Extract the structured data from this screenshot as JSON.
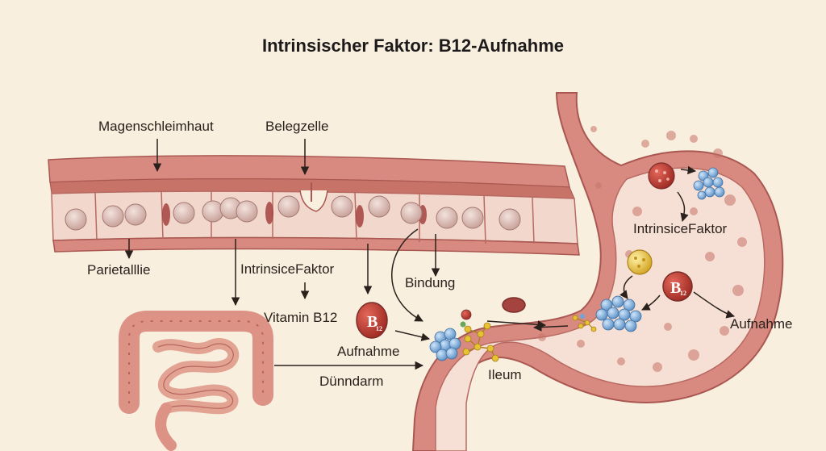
{
  "title": "Intrinsischer Faktor: B12-Aufnahme",
  "labels": {
    "gastric_mucosa": "Magenschleimhaut",
    "parietal_cell_top": "Belegzelle",
    "parietal_cell_bottom": "Parietalllie",
    "intrinsic_factor_center": "IntrinsiceFaktor",
    "vitamin_b12": "Vitamin B12",
    "uptake_center": "Aufnahme",
    "small_intestine": "Dünndarm",
    "binding": "Bindung",
    "ileum": "Ileum",
    "intrinsic_factor_stomach": "IntrinsiceFaktor",
    "uptake_right": "Aufnahme"
  },
  "badges": {
    "b12_center": {
      "main": "B",
      "sub": "12"
    },
    "b12_stomach": {
      "main": "B",
      "sub": "12"
    }
  },
  "colors": {
    "background": "#f8efdf",
    "tissue": "#d9877d",
    "tissue_dark": "#b35f5a",
    "stomach_inner": "#f7e2d8",
    "cell_fill": "#e9d3cc",
    "vitamin_red": "#c0392b",
    "complex_blue": "#6fa6d9",
    "molecule_yellow": "#e7c234"
  }
}
